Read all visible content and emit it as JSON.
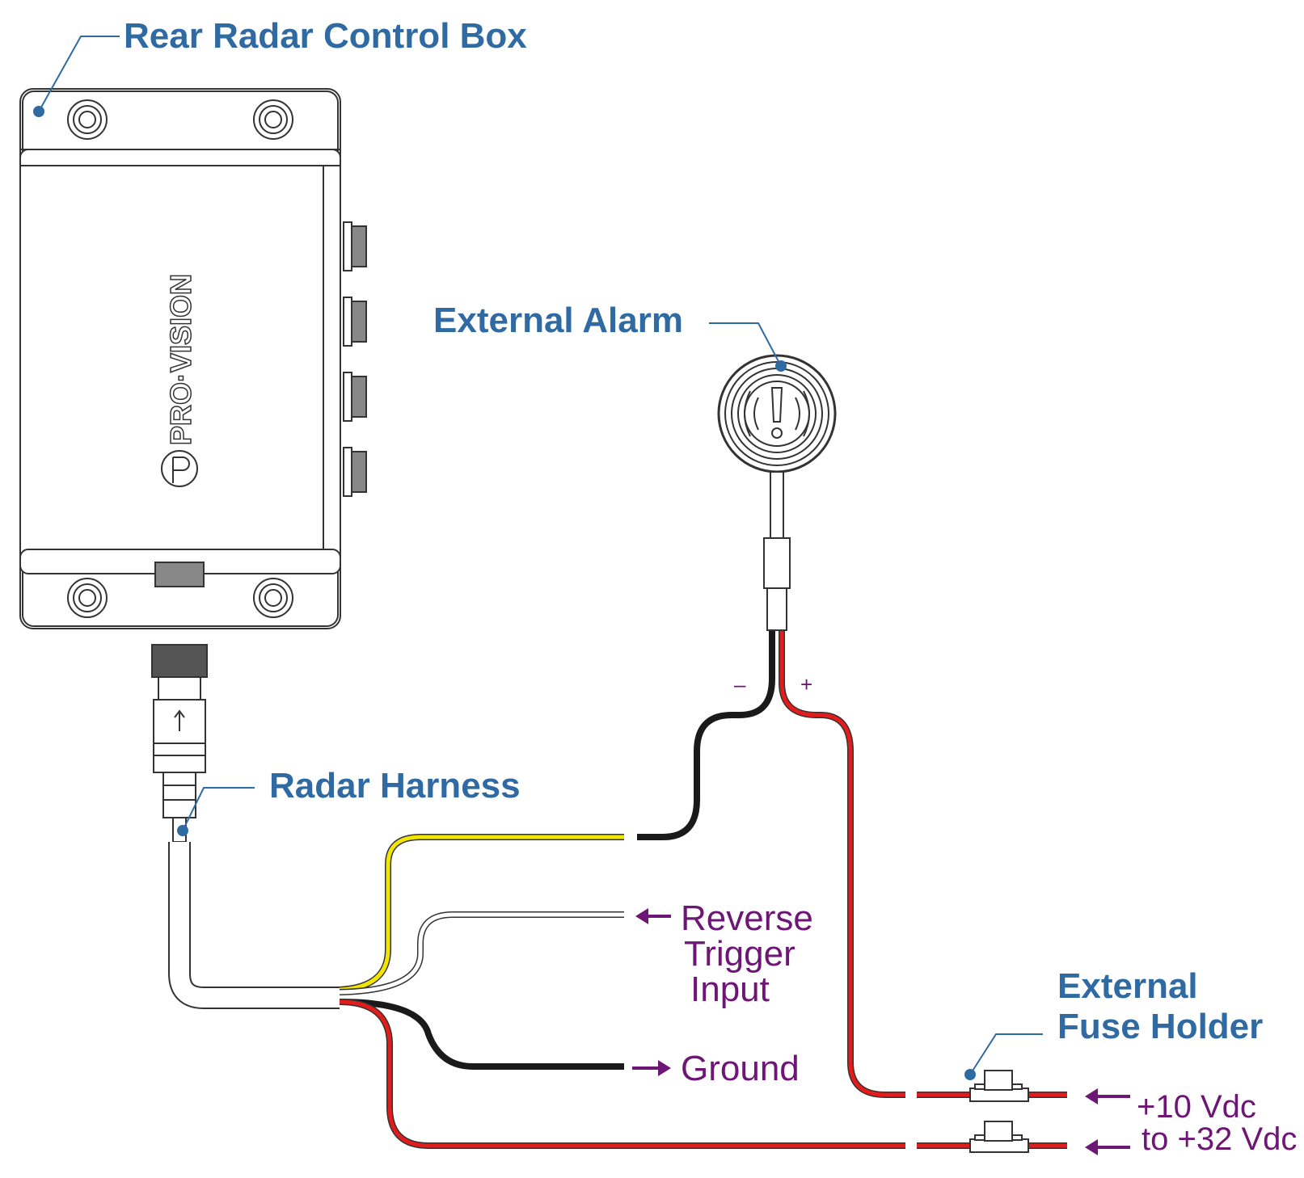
{
  "labels": {
    "control_box": "Rear Radar Control Box",
    "external_alarm": "External Alarm",
    "radar_harness": "Radar Harness",
    "external_fuse_holder_line1": "External",
    "external_fuse_holder_line2": "Fuse Holder",
    "reverse_trigger_line1": "Reverse",
    "reverse_trigger_line2": "Trigger",
    "reverse_trigger_line3": "Input",
    "ground": "Ground",
    "voltage_line1": "+10 Vdc",
    "voltage_line2": "to +32 Vdc",
    "minus": "–",
    "plus": "+"
  },
  "logo_text": "PRO·VISION",
  "colors": {
    "label_blue": "#2f6aa3",
    "label_purple": "#6e1676",
    "wire_red": "#e41b1b",
    "wire_black": "#1a1a1a",
    "wire_yellow": "#f2e600",
    "wire_white": "#ffffff",
    "outline": "#333333"
  },
  "icons": [
    "control-box",
    "alarm-speaker",
    "harness-connector",
    "fuse-holder",
    "arrow-left-icon",
    "arrow-right-icon"
  ]
}
